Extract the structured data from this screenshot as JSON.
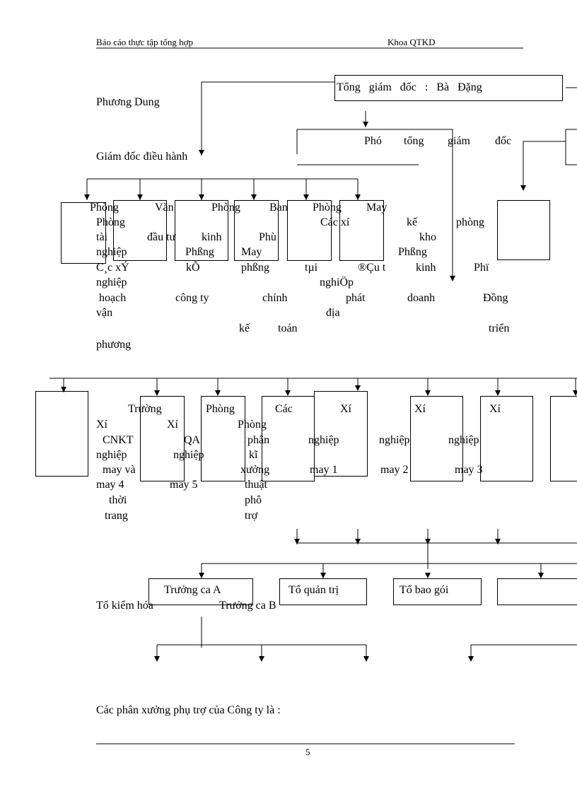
{
  "header": {
    "left": "Báo cáo thực tập tổng hợp",
    "right": "Khoa QTKD"
  },
  "chart": {
    "ceo": "Tổng giám đốc : Bà Đặng",
    "ceo_name_cont": "Phương Dung",
    "exec_director": "Giám đốc điều hành",
    "deputy": [
      "Phó",
      "tổng",
      "giám",
      "đốc"
    ],
    "row1_text": [
      "Phòng",
      "Văn",
      "Phòng",
      "Ban",
      "Phòng",
      "May",
      "Phòng",
      "Các xí",
      "kế",
      "phòng",
      "tài",
      "đầu tư",
      "kinh",
      "Phù",
      "kho",
      "nghiệp",
      "Phßng",
      "May",
      "Phßng",
      "C¸c xÝ",
      "kÕ",
      "phßng",
      "tµi",
      "®Çu t",
      "kinh",
      "Phï",
      "kho",
      "nghiÖp",
      "hoạch",
      "công ty",
      "chính",
      "phát",
      "doanh",
      "Đồng",
      "vận",
      "địa",
      "kế",
      "toán",
      "triển",
      "phương"
    ],
    "row2_text": [
      "Trường",
      "Phòng",
      "Các",
      "Xí",
      "Xí",
      "Xí",
      "Xí",
      "Xí",
      "Phòng",
      "CNKT",
      "QA",
      "phân",
      "nghiệp",
      "nghiệp",
      "nghiệp",
      "nghiệp",
      "nghiệp",
      "kĩ",
      "may và",
      "xưởng",
      "may 1",
      "may 2",
      "may 3",
      "may 4",
      "may 5",
      "thuật",
      "thời",
      "phô",
      "trang",
      "trợ"
    ],
    "teams": [
      "Trưởng ca A",
      "Tổ quản trị",
      "Tổ bao gói"
    ],
    "team_below": [
      "Tổ kiểm hóa",
      "Trưởng ca B"
    ]
  },
  "body_text": "Các phân xưởng phụ trợ của Công ty là :",
  "footer": {
    "page_number": "5"
  }
}
